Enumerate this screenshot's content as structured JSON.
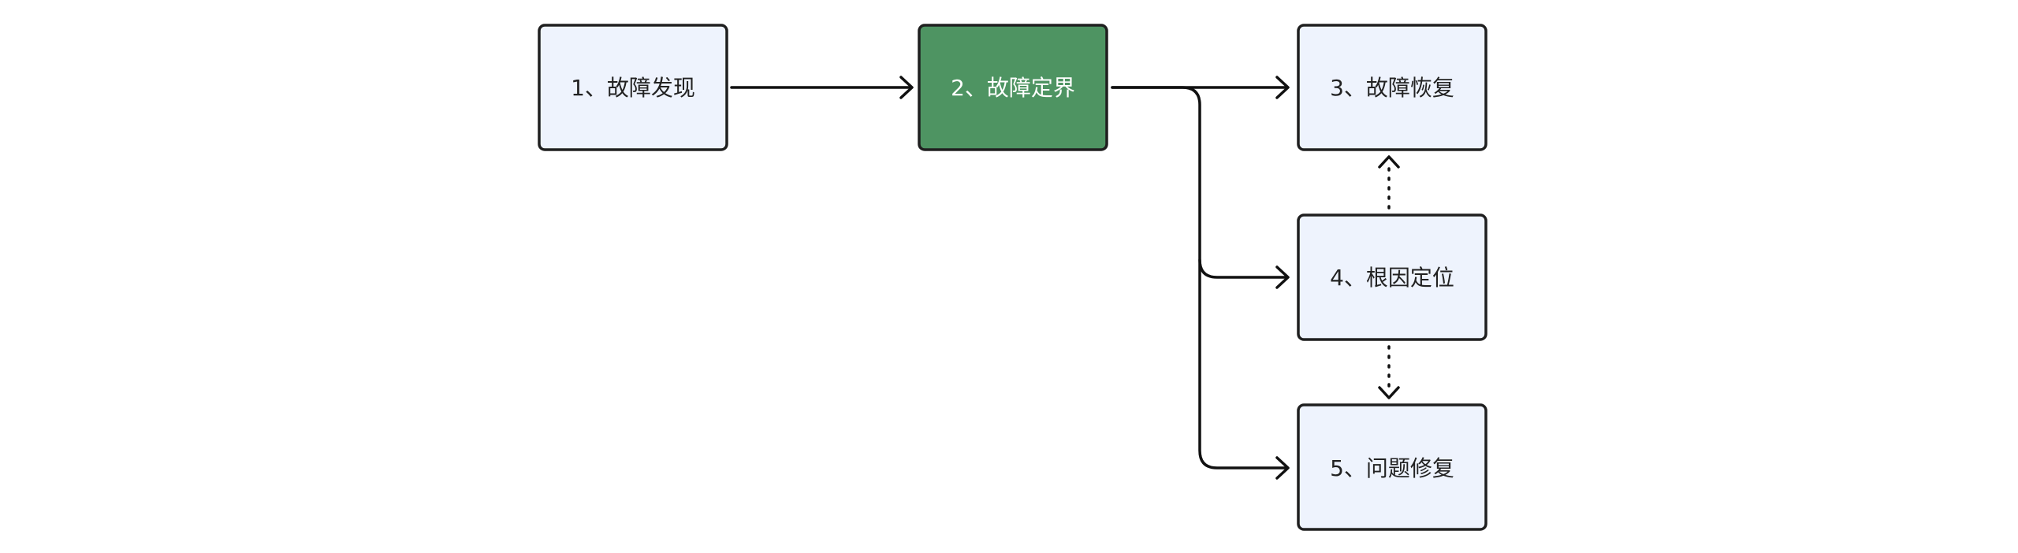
{
  "diagram": {
    "nodes": [
      {
        "id": "n1",
        "label": "1、故障发现",
        "fill": "#eef3fd",
        "text_color": "#222222"
      },
      {
        "id": "n2",
        "label": "2、故障定界",
        "fill": "#4e9462",
        "text_color": "#ffffff"
      },
      {
        "id": "n3",
        "label": "3、故障恢复",
        "fill": "#eef3fd",
        "text_color": "#222222"
      },
      {
        "id": "n4",
        "label": "4、根因定位",
        "fill": "#eef3fd",
        "text_color": "#222222"
      },
      {
        "id": "n5",
        "label": "5、问题修复",
        "fill": "#eef3fd",
        "text_color": "#222222"
      }
    ],
    "edges": [
      {
        "from": "n1",
        "to": "n2",
        "style": "solid"
      },
      {
        "from": "n2",
        "to": "n3",
        "style": "solid"
      },
      {
        "from": "n2",
        "to": "n4",
        "style": "solid"
      },
      {
        "from": "n2",
        "to": "n5",
        "style": "solid"
      },
      {
        "from": "n4",
        "to": "n3",
        "style": "dotted"
      },
      {
        "from": "n4",
        "to": "n5",
        "style": "dotted"
      }
    ],
    "colors": {
      "edge": "#111111",
      "border": "#1f1f1f"
    }
  }
}
